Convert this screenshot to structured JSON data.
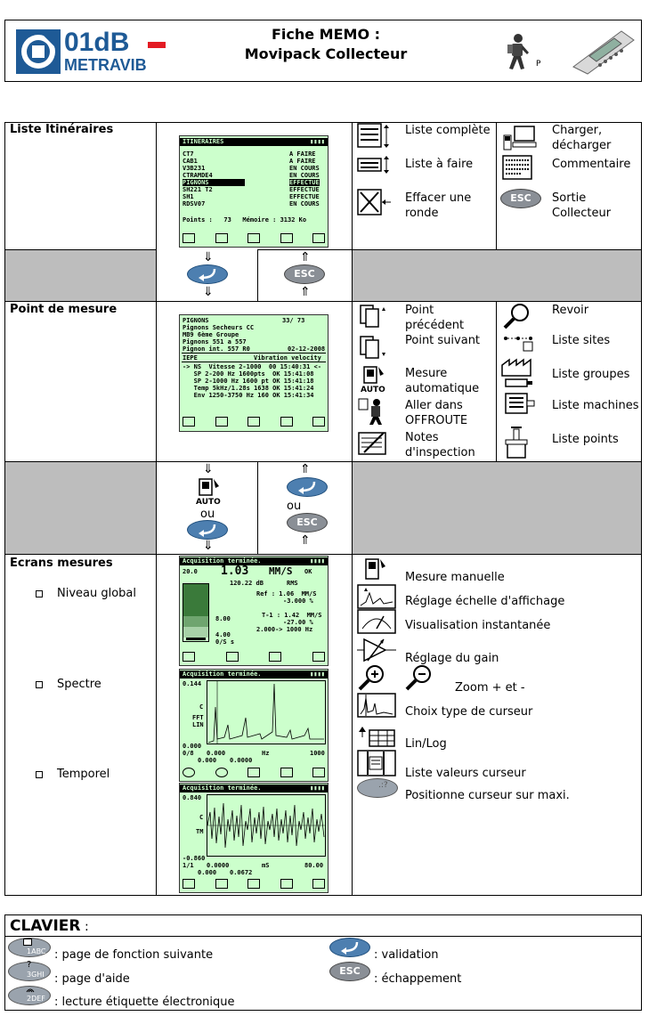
{
  "header": {
    "logo_top": "01dB",
    "logo_bottom": "METRAVIB",
    "title_line1": "Fiche MEMO :",
    "title_line2": "Movipack Collecteur",
    "person_letter": "P"
  },
  "section1": {
    "title": "Liste Itinéraires",
    "legend": {
      "full_list": "Liste complète",
      "todo_list": "Liste à faire",
      "erase_round": "Effacer une ronde",
      "load_unload": "Charger, décharger",
      "comment": "Commentaire",
      "exit_collector": "Sortie Collecteur",
      "esc_label": "ESC"
    },
    "screen": {
      "header": "ITINERAIRES",
      "rows": [
        {
          "name": "CT7",
          "status": "A FAIRE"
        },
        {
          "name": "CAB1",
          "status": "A FAIRE"
        },
        {
          "name": "V3B231",
          "status": "EN COURS"
        },
        {
          "name": "CTRAMDE4",
          "status": "EN COURS"
        },
        {
          "name": "PIGNONS",
          "status": "EFFECTUE"
        },
        {
          "name": "SH221 T2",
          "status": "EFFECTUE"
        },
        {
          "name": "SH1",
          "status": "EFFECTUE"
        },
        {
          "name": "RDSV07",
          "status": "EN COURS"
        }
      ],
      "footer": "Points :   73   Mémoire : 3132 Ko"
    }
  },
  "nav1": {
    "esc_label": "ESC"
  },
  "section2": {
    "title": "Point de mesure",
    "legend": {
      "prev_point": "Point précédent",
      "next_point": "Point suivant",
      "auto_measure": "Mesure automatique",
      "go_offroute": "Aller dans OFFROUTE",
      "inspection_notes": "Notes d'inspection",
      "review": "Revoir",
      "sites_list": "Liste sites",
      "groups_list": "Liste groupes",
      "machines_list": "Liste machines",
      "points_list": "Liste points"
    },
    "screen": {
      "line1_left": "PIGNONS",
      "line1_right": "33/ 73",
      "line2": "Pignons Secheurs CC",
      "line3": "MB9 6ème Groupe",
      "line4": "Pignons 551 a 557",
      "line5_left": "Pignon int. 557 R0",
      "line5_right": "02-12-2008",
      "band_left": "IEPE",
      "band_right": "Vibration velocity",
      "rows": [
        "-> NS  Vitesse 2-1000  00 15:40:31 <-",
        "   SP 2-200 Hz 1600pts  OK 15:41:08",
        "   SP 2-1000 Hz 1600 pt OK 15:41:18",
        "   Temp 5kHz/1.28s 1638 OK 15:41:24",
        "   Env 1250-3750 Hz 160 OK 15:41:34"
      ]
    }
  },
  "nav2": {
    "ou1": "ou",
    "ou2": "ou",
    "esc_label": "ESC"
  },
  "section3": {
    "title": "Ecrans mesures",
    "items": [
      "Niveau global",
      "Spectre",
      "Temporel"
    ],
    "legend": {
      "manual_measure": "Mesure manuelle",
      "scale": "Réglage échelle d'affichage",
      "instant_view": "Visualisation instantanée",
      "gain": "Réglage du gain",
      "zoom": "Zoom + et -",
      "cursor_type": "Choix type de curseur",
      "linlog": "Lin/Log",
      "cursor_values": "Liste valeurs curseur",
      "cursor_max": "Positionne curseur sur maxi."
    },
    "global_screen": {
      "bar": "Acquisition terminée.",
      "left_value": "20.0",
      "main_value": "1.03",
      "unit": "MM/S",
      "ok": "OK",
      "db": "120.22 dB",
      "rms": "RMS",
      "ref_label": "Ref :",
      "ref_value": "1.06  MM/S",
      "ref_pct": "-3.000 %",
      "t1_label": "T-1 :",
      "t1_value": "1.42  MM/S",
      "t1_pct": "-27.00 %",
      "range": "2.000-> 1000 Hz",
      "scale_mid": "8.00",
      "scale_low": "4.00",
      "scale_unit": "0/S s"
    },
    "spectrum_screen": {
      "bar": "Acquisition terminée.",
      "ymax": "0.144",
      "c_label": "C",
      "fft": "FFT",
      "lin": "LIN",
      "ymin": "0.000",
      "x_left": "0/8",
      "x_mid": "0.000",
      "x_unit": "Hz",
      "x_right": "1000",
      "cursor1": "0.000",
      "cursor2": "0.0000"
    },
    "time_screen": {
      "bar": "Acquisition terminée.",
      "ymax": "0.840",
      "c_label": "C",
      "tm": "TM",
      "ymin": "-0.860",
      "x_left": "1/1",
      "x_mid": "0.0000",
      "x_unit": "mS",
      "x_right": "80.00",
      "cursor1": "0.000",
      "cursor2": "0.0672"
    }
  },
  "keyboard": {
    "title": "CLAVIER",
    "colon": " :",
    "next_page": ": page de fonction suivante",
    "help_page": ": page d'aide",
    "tag_read": ": lecture étiquette électronique",
    "validation": ": validation",
    "escape": ": échappement",
    "esc_label": "ESC",
    "key1": "1ABC",
    "key3": "3GHI",
    "key2": "2DEF",
    "q_mark": "?"
  }
}
